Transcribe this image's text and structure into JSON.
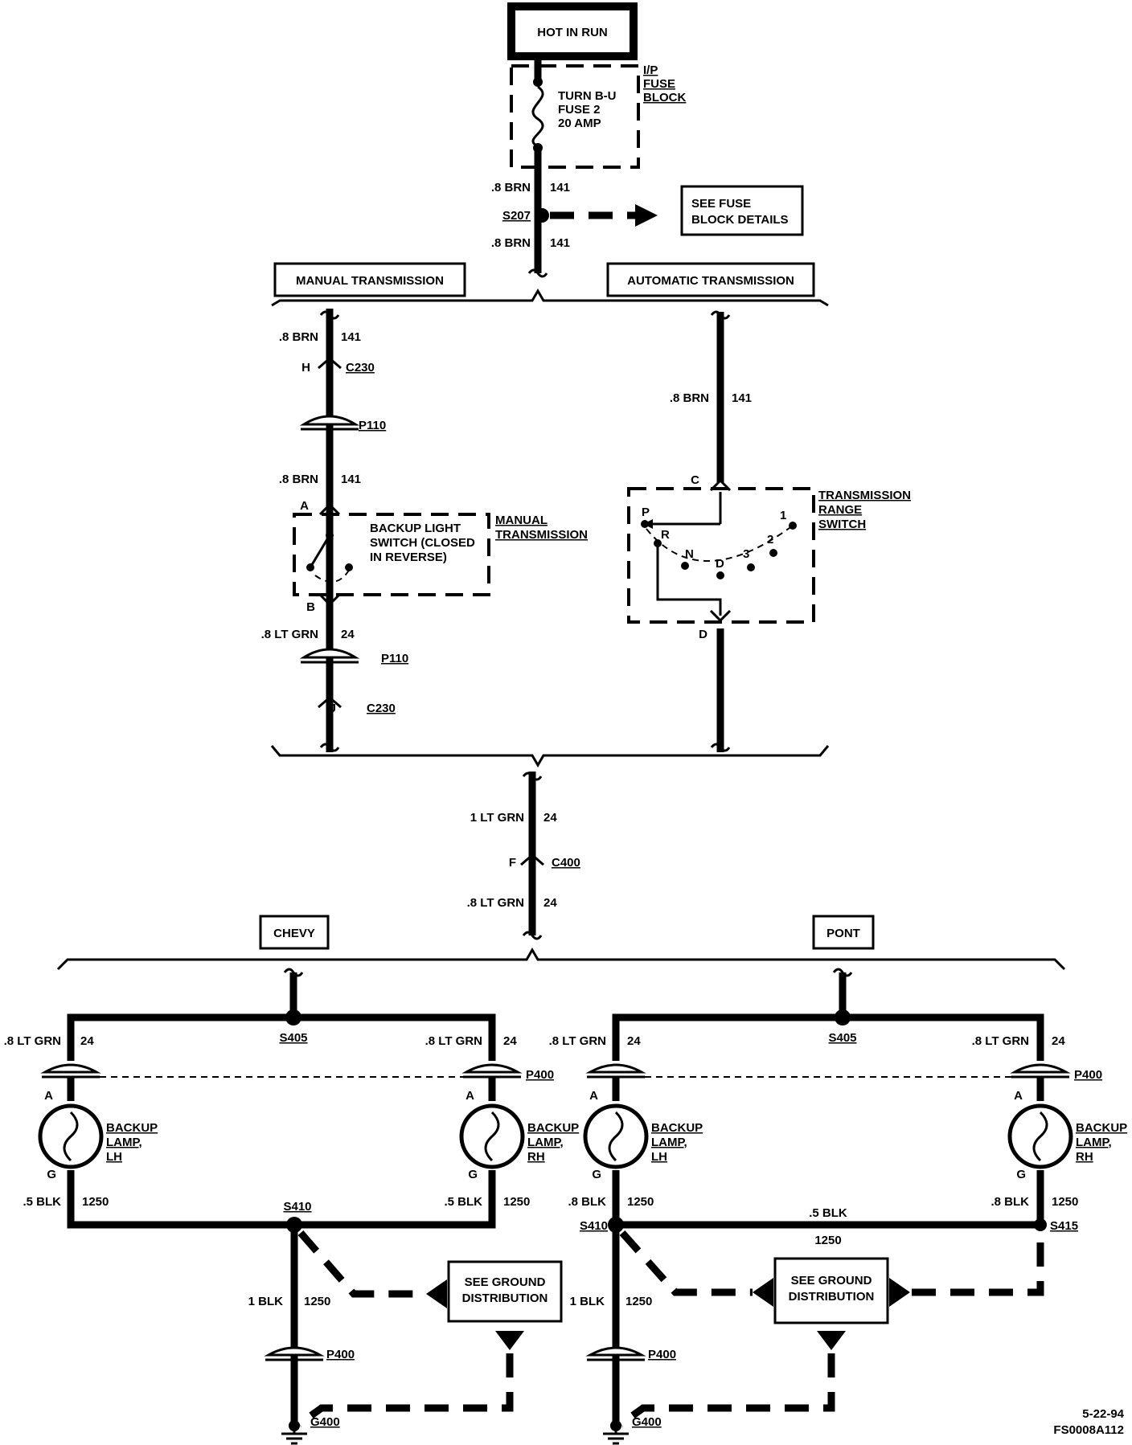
{
  "fuse": {
    "hot_label": "HOT IN RUN",
    "block_label": [
      "I/P",
      "FUSE",
      "BLOCK"
    ],
    "fuse_label": [
      "TURN B-U",
      "FUSE 2",
      "20 AMP"
    ]
  },
  "feed": {
    "wire_size": ".8 BRN",
    "circuit": "141",
    "splice": "S207",
    "see_box": [
      "SEE FUSE",
      "BLOCK DETAILS"
    ]
  },
  "manual": {
    "header": "MANUAL TRANSMISSION",
    "conn_c230": "C230",
    "pin_h": "H",
    "pin_j": "J",
    "p110": "P110",
    "pin_a": "A",
    "pin_b": "B",
    "switch_text": [
      "BACKUP LIGHT",
      "SWITCH (CLOSED",
      "IN REVERSE)"
    ],
    "switch_label": [
      "MANUAL",
      "TRANSMISSION"
    ],
    "out_wire": ".8 LT GRN",
    "out_circuit": "24"
  },
  "automatic": {
    "header": "AUTOMATIC TRANSMISSION",
    "pin_c": "C",
    "pin_d": "D",
    "switch_label": [
      "TRANSMISSION",
      "RANGE",
      "SWITCH"
    ],
    "positions": [
      "P",
      "R",
      "N",
      "D",
      "3",
      "2",
      "1"
    ]
  },
  "trunk": {
    "wire1": "1 LT GRN",
    "circuit": "24",
    "pin_f": "F",
    "conn": "C400",
    "wire2": ".8 LT GRN"
  },
  "chevy": {
    "header": "CHEVY",
    "splice_top": "S405",
    "wire_l": ".8 LT GRN",
    "wire_r": ".8 LT GRN",
    "circuit": "24",
    "p400": "P400",
    "pin_a": "A",
    "pin_g": "G",
    "lamp_lh": [
      "BACKUP",
      "LAMP,",
      "LH"
    ],
    "lamp_rh": [
      "BACKUP",
      "LAMP,",
      "RH"
    ],
    "gnd_wire_l": ".5 BLK",
    "gnd_wire_r": ".5 BLK",
    "gnd_circuit": "1250",
    "splice_gnd": "S410",
    "main_gnd_wire": "1 BLK",
    "see_box": [
      "SEE GROUND",
      "DISTRIBUTION"
    ],
    "ground": "G400"
  },
  "pont": {
    "header": "PONT",
    "splice_top": "S405",
    "wire_l": ".8 LT GRN",
    "wire_r": ".8 LT GRN",
    "circuit": "24",
    "p400": "P400",
    "pin_a": "A",
    "pin_g": "G",
    "lamp_lh": [
      "BACKUP",
      "LAMP,",
      "LH"
    ],
    "lamp_rh": [
      "BACKUP",
      "LAMP,",
      "RH"
    ],
    "gnd_wire_l": ".8 BLK",
    "gnd_wire_r": ".8 BLK",
    "gnd_circuit": "1250",
    "mid_wire": ".5 BLK",
    "splice_gnd": "S410",
    "splice_gnd_r": "S415",
    "main_gnd_wire": "1 BLK",
    "see_box": [
      "SEE GROUND",
      "DISTRIBUTION"
    ],
    "ground": "G400"
  },
  "footer": {
    "date": "5-22-94",
    "figure_id": "FS0008A112"
  }
}
